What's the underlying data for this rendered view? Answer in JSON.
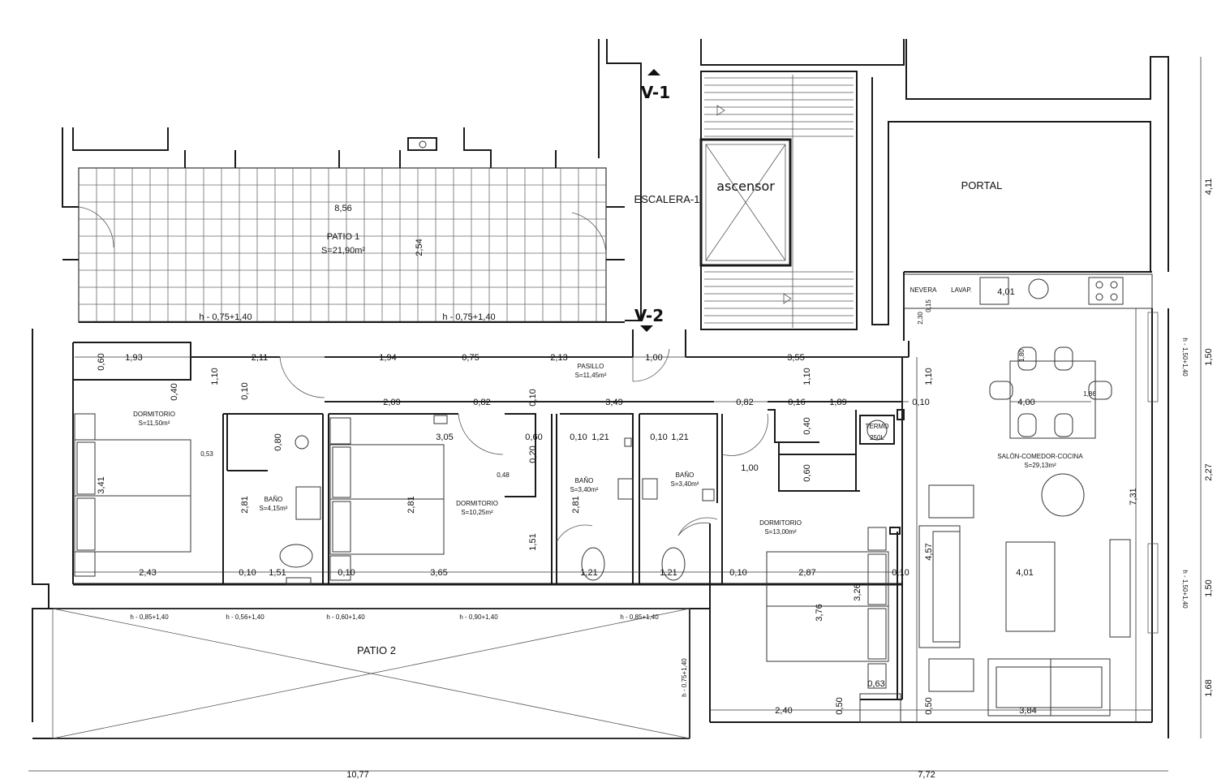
{
  "views": {
    "v1": "V-1",
    "v2": "V-2"
  },
  "rooms": {
    "patio1_name": "PATIO 1",
    "patio1_area": "S=21,90m²",
    "patio2_name": "PATIO 2",
    "escalera": "ESCALERA-1",
    "ascensor": "ascensor",
    "portal": "PORTAL",
    "pasillo_name": "PASILLO",
    "pasillo_area": "S=11,45m²",
    "dorm1_name": "DORMITORIO",
    "dorm1_area": "S=11,50m²",
    "bano1_name": "BAÑO",
    "bano1_area": "S=4,15m²",
    "dorm2_name": "DORMITORIO",
    "dorm2_area": "S=10,25m²",
    "bano2_name": "BAÑO",
    "bano2_area": "S=3,40m²",
    "bano3_name": "BAÑO",
    "bano3_area": "S=3,40m²",
    "dorm3_name": "DORMITORIO",
    "dorm3_area": "S=13,00m²",
    "salon_name": "SALÓN-COMEDOR-COCINA",
    "salon_area": "S=29,13m²",
    "termo": "TERMO",
    "termo_cap": "250L",
    "nevera": "NEVERA",
    "lavap": "LAVAP."
  },
  "windows": {
    "p1_left": "h - 0,75+1,40",
    "p1_right": "h - 0,75+1,40",
    "p2_1": "h - 0,85+1,40",
    "p2_2": "h - 0,56+1,40",
    "p2_3": "h - 0,60+1,40",
    "p2_4": "h - 0,90+1,40",
    "p2_5": "h - 0,85+1,40",
    "p2_vert": "h - 0,75+1,40",
    "east_1": "h - 1,50+1,40",
    "east_2": "h - 1,50+1,40"
  },
  "dims": {
    "d856": "8,56",
    "d254": "2,54",
    "d060": "0,60",
    "d193": "1,93",
    "d211": "2,11",
    "d194": "1,94",
    "d075": "0,75",
    "d213": "2,13",
    "d100": "1,00",
    "d355": "3,55",
    "d110a": "1,10",
    "d010a": "0,10",
    "d110b": "1,10",
    "d110c": "1,10",
    "d040": "0,40",
    "d209": "2,09",
    "d082a": "0,82",
    "d349": "3,49",
    "d082b": "0,82",
    "d016": "0,16",
    "d189": "1,89",
    "d010b": "0,10",
    "d305": "3,05",
    "d080": "0,80",
    "d053": "0,53",
    "d341": "3,41",
    "d281a": "2,81",
    "d281b": "2,81",
    "d281c": "2,81",
    "d060b": "0,60",
    "d010c": "0,10",
    "d020": "0,20",
    "d048": "0,48",
    "d010_121a": "0,10",
    "d121a": "1,21",
    "d010_121b": "0,10",
    "d121b": "1,21",
    "d100b": "1,00",
    "d060c": "0,60",
    "d040b": "0,40",
    "d151a": "1,51",
    "d243": "2,43",
    "d010d": "0,10",
    "d151b": "1,51",
    "d010e": "0,10",
    "d365": "3,65",
    "d121c": "1,21",
    "d121d": "1,21",
    "d010f": "0,10",
    "d287": "2,87",
    "d010g": "0,10",
    "d401a": "4,01",
    "d457": "4,57",
    "d376": "3,76",
    "d326": "3,26",
    "d063": "0,63",
    "d050a": "0,50",
    "d050b": "0,50",
    "d240": "2,40",
    "d384": "3,84",
    "d731": "7,31",
    "d230": "2,30",
    "d015": "0,15",
    "d401b": "4,01",
    "d400": "4,00",
    "d186": "1,86",
    "d180": "1,80",
    "r411": "4,11",
    "r150a": "1,50",
    "r227": "2,27",
    "r150b": "1,50",
    "r168": "1,68",
    "b1077": "10,77",
    "b772": "7,72"
  }
}
